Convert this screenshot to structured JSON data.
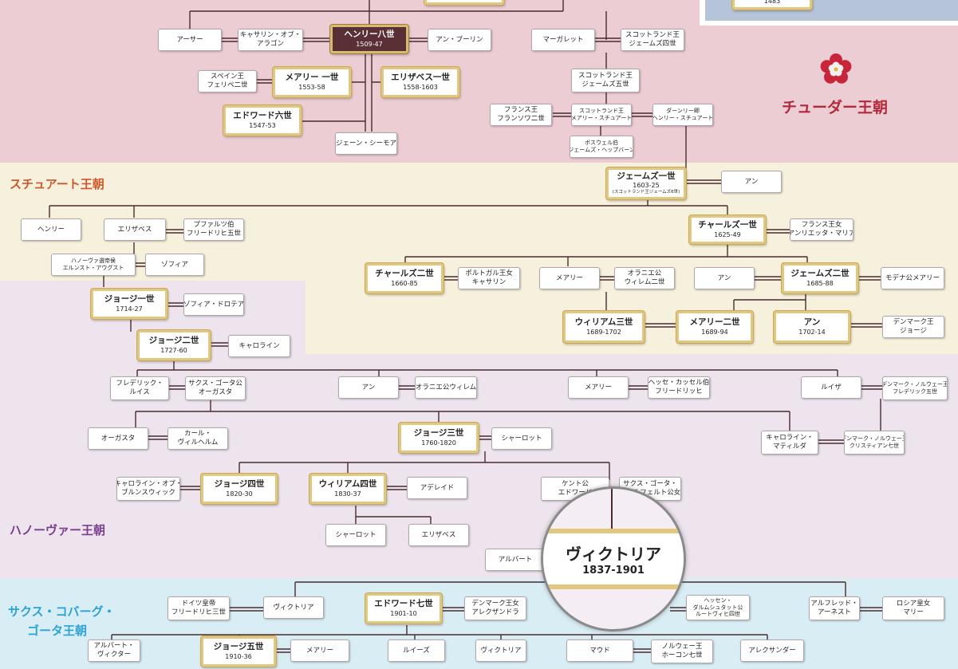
{
  "dynasties": {
    "tudor": {
      "label": "チューダー王朝",
      "color": "#b22a3c"
    },
    "stuart": {
      "label": "スチュアート王朝",
      "color": "#d0562a"
    },
    "hanover": {
      "label": "ハノーヴァー王朝",
      "color": "#7a3d8f"
    },
    "saxe_line1": {
      "label": "サクス・コバーグ・",
      "color": "#2aa3d6"
    },
    "saxe_line2": {
      "label": "ゴータ王朝",
      "color": "#2aa3d6"
    }
  },
  "colors": {
    "tudor_band": "#ebcdd3",
    "stuart_band": "#f6f1dc",
    "hanover_band": "#ede4ee",
    "saxe_band": "#d9edf5",
    "line": "#4a2b2f",
    "gold": "#e3c77e"
  },
  "people": {
    "top_year": "1483",
    "arthur": "アーサー",
    "catherine_aragon_1": "キャサリン・オブ・",
    "catherine_aragon_2": "アラゴン",
    "henry8": "ヘンリー八世",
    "henry8_yr": "1509-47",
    "anne_boleyn": "アン・ブーリン",
    "margaret": "マーガレット",
    "james4_1": "スコットランド王",
    "james4_2": "ジェームズ四世",
    "james5_1": "スコットランド王",
    "james5_2": "ジェームズ五世",
    "philip2_1": "スペイン王",
    "philip2_2": "フェリペ二世",
    "mary1": "メアリー 一世",
    "mary1_yr": "1553-58",
    "elizabeth1": "エリザベス一世",
    "elizabeth1_yr": "1558-1603",
    "edward6": "エドワード六世",
    "edward6_yr": "1547-53",
    "jane_seymour": "ジェーン・シーモア",
    "francis2_1": "フランス王",
    "francis2_2": "フランソワ二世",
    "mary_scots_1": "スコットランド王",
    "mary_scots_2": "メアリー・スチュアート",
    "darnley_1": "ダーンリー卿",
    "darnley_2": "ヘンリー・スチュアート",
    "bothwell_1": "ボスウェル伯",
    "bothwell_2": "ジェームズ・ヘップバーン",
    "james1": "ジェームズ一世",
    "james1_yr": "1603-25",
    "james1_note": "(スコットランド王ジェームズ6世)",
    "anne_denmark": "アン",
    "henry_prince": "ヘンリー",
    "elizabeth_stuart": "エリザベス",
    "frederick5_1": "プファルツ伯",
    "frederick5_2": "フリードリヒ五世",
    "charles1": "チャールズ一世",
    "charles1_yr": "1625-49",
    "henrietta_1": "フランス王女",
    "henrietta_2": "アンリエッタ・マリア",
    "ernest_1": "ハノーヴァ選帝侯",
    "ernest_2": "エルンスト・アウグスト",
    "sophia": "ゾフィア",
    "charles2": "チャールズ二世",
    "charles2_yr": "1660-85",
    "catherine_braganza_1": "ポルトガル王女",
    "catherine_braganza_2": "キャサリン",
    "mary_princess": "メアリー",
    "william2_orange_1": "オラニエ公",
    "william2_orange_2": "ウィレム二世",
    "anne_hyde": "アン",
    "james2": "ジェームズ二世",
    "james2_yr": "1685-88",
    "mary_modena": "モデナ公メアリー",
    "george1": "ジョージ一世",
    "george1_yr": "1714-27",
    "sophia_dorothea": "ゾフィア・ドロテア",
    "william3": "ウィリアム三世",
    "william3_yr": "1689-1702",
    "mary2": "メアリー二世",
    "mary2_yr": "1689-94",
    "queen_anne": "アン",
    "queen_anne_yr": "1702-14",
    "george_denmark_1": "デンマーク王",
    "george_denmark_2": "ジョージ",
    "george2": "ジョージ二世",
    "george2_yr": "1727-60",
    "caroline_ansbach": "キャロライン",
    "frederick_1": "フレデリック・",
    "frederick_2": "ルイス",
    "augusta_1": "サクス・ゴータ公",
    "augusta_2": "オーガスタ",
    "anne_royal": "アン",
    "william4_orange": "オラニエ公ウィレム",
    "mary_hc": "メアリー",
    "frederick_hesse_1": "ヘッセ・カッセル伯",
    "frederick_hesse_2": "フリードリッヒ",
    "louisa": "ルイザ",
    "frederick5_dk_1": "デンマーク・ノルウェー王",
    "frederick5_dk_2": "フレデリック五世",
    "augusta_b": "オーガスタ",
    "karl_1": "カール・",
    "karl_2": "ヴィルヘルム",
    "george3": "ジョージ三世",
    "george3_yr": "1760-1820",
    "charlotte": "シャーロット",
    "caroline_matilda_1": "キャロライン・",
    "caroline_matilda_2": "マティルダ",
    "christian7_1": "デンマーク・ノルウェー王",
    "christian7_2": "クリスティアン七世",
    "caroline_brunswick_1": "キャロライン・オブ・",
    "caroline_brunswick_2": "ブルンスウィック",
    "george4": "ジョージ四世",
    "george4_yr": "1820-30",
    "william4": "ウィリアム四世",
    "william4_yr": "1830-37",
    "adelaide": "アデレイド",
    "kent_1": "ケント公",
    "kent_2": "エドワード",
    "victoria_mother_1": "サクス・ゴータ・",
    "victoria_mother_2": "ザールフェルト公女",
    "charlotte_b": "シャーロット",
    "elizabeth_b": "エリザベス",
    "albert": "アルバート",
    "victoria": "ヴィクトリア",
    "victoria_yr": "1837-1901",
    "wilhelm2_1": "ドイツ皇帝",
    "wilhelm2_2": "フリードリヒ三世",
    "victoria_pr": "ヴィクトリア",
    "edward7": "エドワード七世",
    "edward7_yr": "1901-10",
    "alexandra_1": "デンマーク王女",
    "alexandra_2": "アレクザンドラ",
    "hesse_1": "ヘッセン・",
    "hesse_2": "ダルムシュタット公",
    "hesse_3": "ルートヴィヒ四世",
    "alfred_1": "アルフレッド・",
    "alfred_2": "アーネスト",
    "maria_1": "ロシア皇女",
    "maria_2": "マリー",
    "albert_victor_1": "アルバート・",
    "albert_victor_2": "ヴィクター",
    "george5": "ジョージ五世",
    "george5_yr": "1910-36",
    "mary_teck": "メアリー",
    "louise": "ルイーズ",
    "victoria_b": "ヴィクトリア",
    "maud": "マウド",
    "haakon_1": "ノルウェー王",
    "haakon_2": "ホーコン七世",
    "alexander": "アレクサンダー"
  }
}
